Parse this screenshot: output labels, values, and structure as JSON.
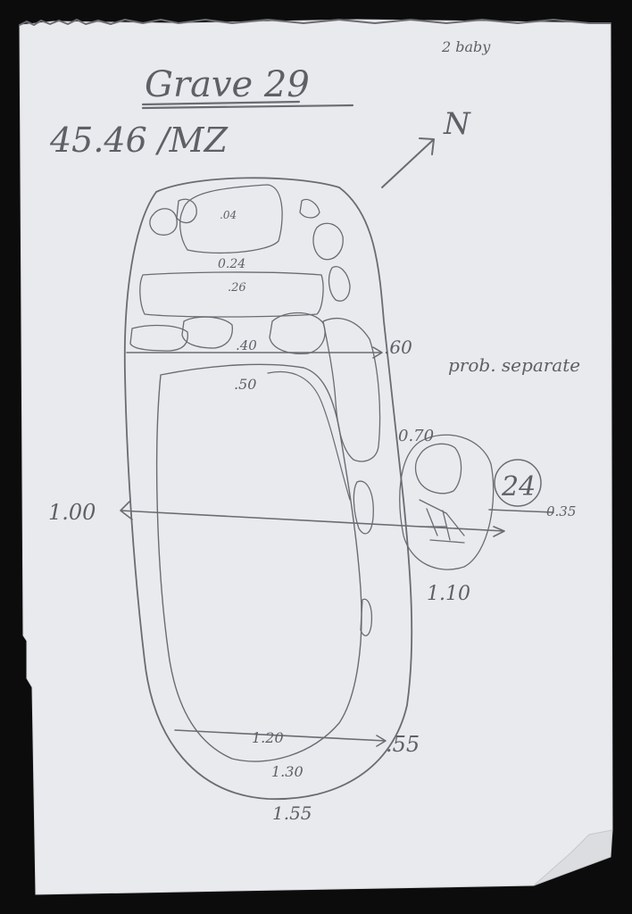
{
  "document": {
    "title": "Grave 29",
    "top_right_note": "2 baby",
    "site_code": "45.46 /MZ",
    "north_label": "N",
    "side_note": "prob. separate",
    "burial_number": "24",
    "measurements": {
      "m_04": ".04",
      "m_024": "0.24",
      "m_026": ".26",
      "m_040": ".40",
      "m_050": ".50",
      "m_060": ".60",
      "m_070": "0.70",
      "m_100": "1.00",
      "m_035": "0.35",
      "m_110": "1.10",
      "m_120": "1.20",
      "m_055": ".55",
      "m_130": "1.30",
      "m_155": "1.55"
    }
  },
  "colors": {
    "background": "#0c0c0c",
    "paper": "#e9eaee",
    "pencil": "#6a6c72",
    "text": "#5e6066"
  }
}
